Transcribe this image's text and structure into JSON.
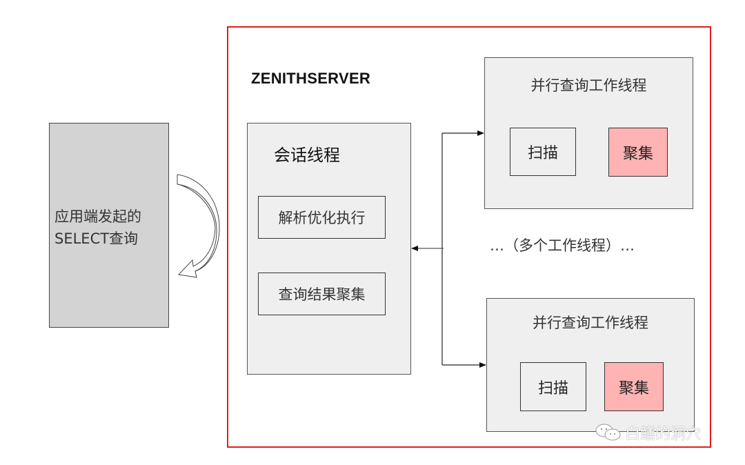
{
  "client": {
    "label_line1": "应用端发起的",
    "label_line2": "SELECT查询"
  },
  "server": {
    "title": "ZENITHSERVER",
    "frame_color": "#e41b1b",
    "session": {
      "title": "会话线程",
      "steps": [
        "解析优化执行",
        "查询结果聚集"
      ]
    },
    "workers": [
      {
        "title": "并行查询工作线程",
        "scan_label": "扫描",
        "agg_label": "聚集"
      },
      {
        "title": "并行查询工作线程",
        "scan_label": "扫描",
        "agg_label": "聚集"
      }
    ],
    "more_workers": "…（多个工作线程）…",
    "agg_color": "#ffb3b3"
  },
  "watermark": {
    "icon": "wechat-icon",
    "text": "白鳝的洞穴"
  }
}
